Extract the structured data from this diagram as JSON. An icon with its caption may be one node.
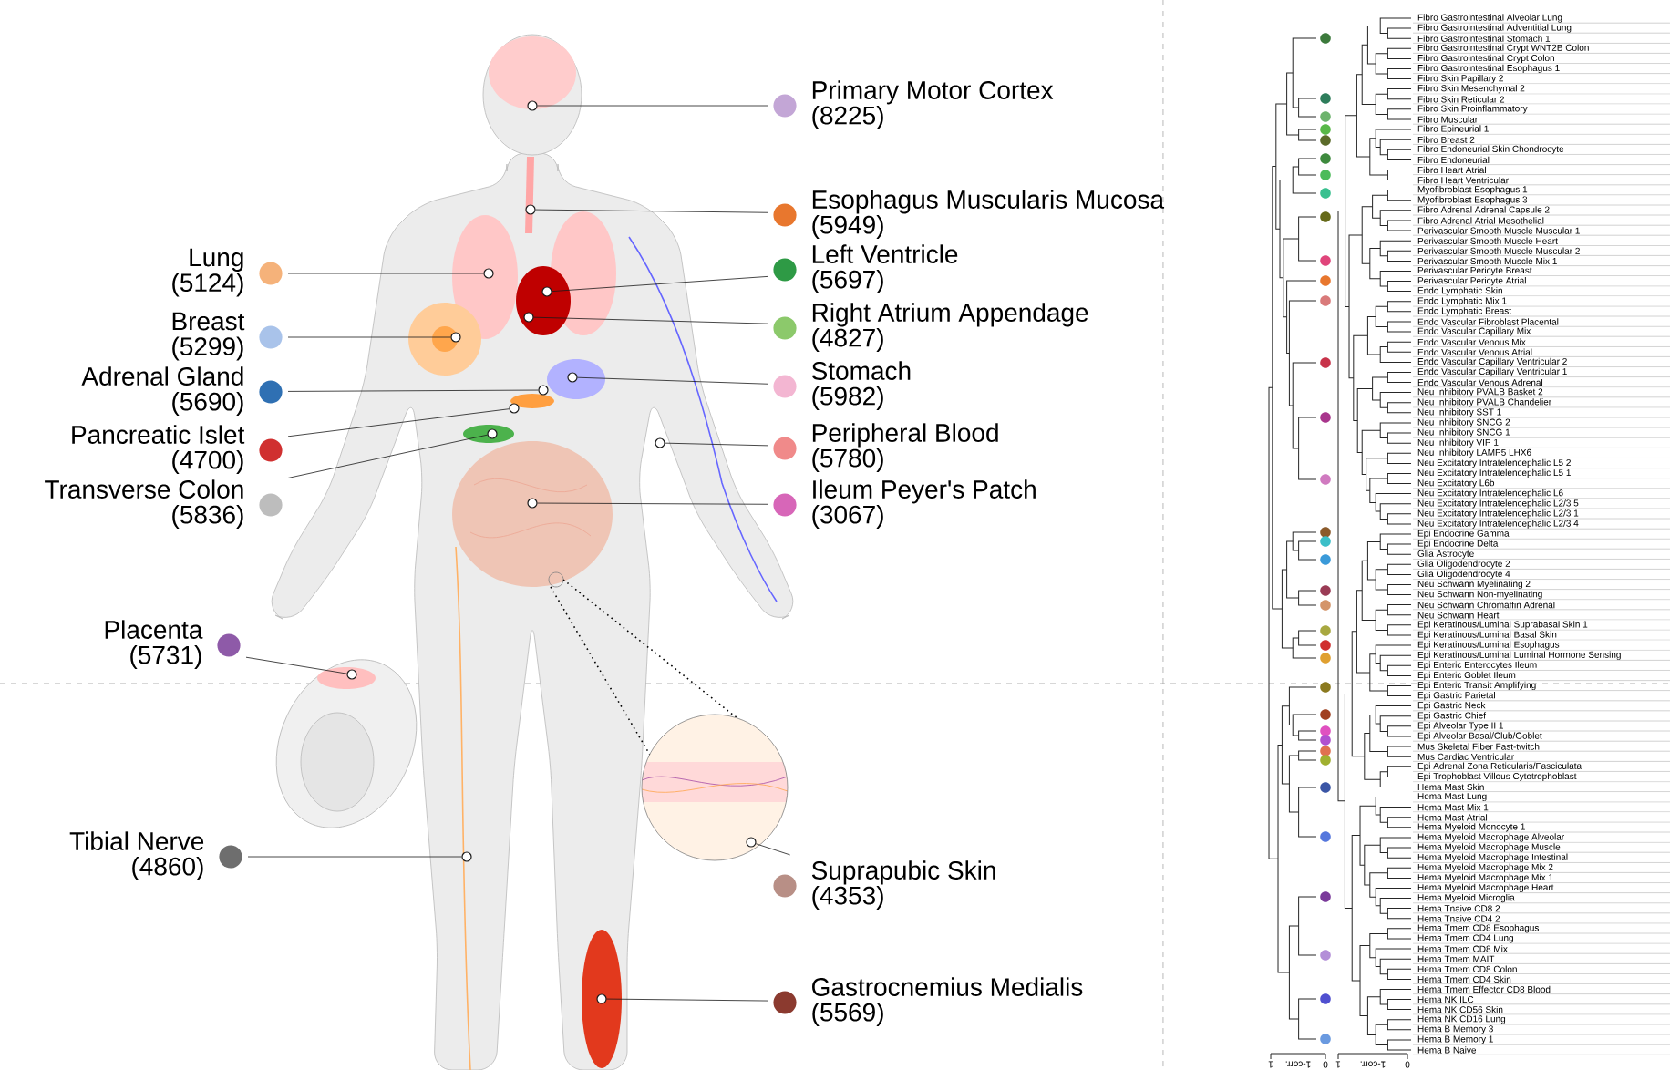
{
  "diagram": {
    "nodes": [
      {
        "text": [
          "Primary Motor Cortex",
          "(8225)"
        ]
      },
      {
        "text": [
          "Esophagus Muscularis Mucosa",
          "(5949)"
        ]
      },
      {
        "text": [
          "Lung",
          "(5124)"
        ]
      },
      {
        "text": [
          "Left Ventricle",
          "(5697)"
        ]
      },
      {
        "text": [
          "Breast",
          "(5299)"
        ]
      },
      {
        "text": [
          "Right Atrium Appendage",
          "(4827)"
        ]
      },
      {
        "text": [
          "Adrenal Gland",
          "(5690)"
        ]
      },
      {
        "text": [
          "Stomach",
          "(5982)"
        ]
      },
      {
        "text": [
          "Pancreatic Islet",
          "(4700)"
        ]
      },
      {
        "text": [
          "Peripheral Blood",
          "(5780)"
        ]
      },
      {
        "text": [
          "Transverse Colon",
          "(5836)"
        ]
      },
      {
        "text": [
          "Ileum Peyer's Patch",
          "(3067)"
        ]
      },
      {
        "text": [
          "Placenta",
          "(5731)"
        ]
      },
      {
        "text": [
          "Suprapubic Skin",
          "(4353)"
        ]
      },
      {
        "text": [
          "Tibial Nerve",
          "(4860)"
        ]
      },
      {
        "text": [
          "Gastrocnemius Medialis",
          "(5569)"
        ]
      },
      {
        "text": [],
        "shape": "circle"
      },
      {
        "text": [],
        "shape": "circle"
      },
      {
        "text": [],
        "shape": "circle"
      },
      {
        "text": [],
        "shape": "circle"
      },
      {
        "text": [],
        "shape": "circle"
      },
      {
        "text": [],
        "shape": "circle"
      },
      {
        "text": [],
        "shape": "circle"
      },
      {
        "text": [],
        "shape": "circle"
      },
      {
        "text": [],
        "shape": "circle"
      },
      {
        "text": [],
        "shape": "circle"
      },
      {
        "text": [],
        "shape": "circle"
      },
      {
        "text": [],
        "shape": "circle"
      },
      {
        "text": [],
        "shape": "circle"
      },
      {
        "text": [],
        "shape": "circle"
      },
      {
        "text": [],
        "shape": "circle"
      },
      {
        "text": [],
        "shape": "circle"
      }
    ],
    "edges": [
      {
        "from": 0,
        "to": 16,
        "arrow": "none"
      },
      {
        "from": 1,
        "to": 17,
        "arrow": "none"
      },
      {
        "from": 2,
        "to": 18,
        "arrow": "none"
      },
      {
        "from": 3,
        "to": 19,
        "arrow": "none"
      },
      {
        "from": 4,
        "to": 20,
        "arrow": "none"
      },
      {
        "from": 5,
        "to": 21,
        "arrow": "none"
      },
      {
        "from": 6,
        "to": 22,
        "arrow": "none"
      },
      {
        "from": 7,
        "to": 23,
        "arrow": "none"
      },
      {
        "from": 8,
        "to": 24,
        "arrow": "none"
      },
      {
        "from": 9,
        "to": 25,
        "arrow": "none"
      },
      {
        "from": 10,
        "to": 26,
        "arrow": "none"
      },
      {
        "from": 11,
        "to": 27,
        "arrow": "none"
      },
      {
        "from": 12,
        "to": 28,
        "arrow": "none"
      },
      {
        "from": 13,
        "to": 29,
        "arrow": "none"
      },
      {
        "from": 14,
        "to": 30,
        "arrow": "none"
      },
      {
        "from": 15,
        "to": 31,
        "arrow": "none"
      }
    ],
    "labels": [
      "Fibro Gastrointestinal Alveolar Lung",
      "Fibro Gastrointestinal Adventitial Lung",
      "Fibro Gastrointestinal Stomach 1",
      "Fibro Gastrointestinal Crypt WNT2B Colon",
      "Fibro Gastrointestinal Crypt Colon",
      "Fibro Gastrointestinal Esophagus 1",
      "Fibro Skin Papillary 2",
      "Fibro Skin Mesenchymal 2",
      "Fibro Skin Reticular 2",
      "Fibro Skin Proinflammatory",
      "Fibro Muscular",
      "Fibro Epineurial 1",
      "Fibro Breast 2",
      "Fibro Endoneurial Skin Chondrocyte",
      "Fibro Endoneurial",
      "Fibro Heart Atrial",
      "Fibro Heart Ventricular",
      "Myofibroblast Esophagus 1",
      "Myofibroblast Esophagus 3",
      "Fibro Adrenal Adrenal Capsule 2",
      "Fibro Adrenal Atrial Mesothelial",
      "Perivascular Smooth Muscle Muscular 1",
      "Perivascular Smooth Muscle Heart",
      "Perivascular Smooth Muscle Muscular 2",
      "Perivascular Smooth Muscle Mix 1",
      "Perivascular Pericyte Breast",
      "Perivascular Pericyte Atrial",
      "Endo Lymphatic Skin",
      "Endo Lymphatic Mix 1",
      "Endo Lymphatic Breast",
      "Endo Vascular Fibroblast Placental",
      "Endo Vascular Capillary Mix",
      "Endo Vascular Venous Mix",
      "Endo Vascular Venous Atrial",
      "Endo Vascular Capillary Ventricular 2",
      "Endo Vascular Capillary Ventricular 1",
      "Endo Vascular Venous Adrenal",
      "Neu Inhibitory PVALB Basket 2",
      "Neu Inhibitory PVALB Chandelier",
      "Neu Inhibitory SST 1",
      "Neu Inhibitory SNCG 2",
      "Neu Inhibitory SNCG 1",
      "Neu Inhibitory VIP 1",
      "Neu Inhibitory LAMP5 LHX6",
      "Neu Excitatory Intratelencephalic L5 2",
      "Neu Excitatory Intratelencephalic L5 1",
      "Neu Excitatory L6b",
      "Neu Excitatory Intratelencephalic L6",
      "Neu Excitatory Intratelencephalic L2/3 5",
      "Neu Excitatory Intratelencephalic L2/3 1",
      "Neu Excitatory Intratelencephalic L2/3 4",
      "Epi Endocrine Gamma",
      "Epi Endocrine Delta",
      "Glia Astrocyte",
      "Glia Oligodendrocyte 2",
      "Glia Oligodendrocyte 4",
      "Neu Schwann Myelinating 2",
      "Neu Schwann Non-myelinating",
      "Neu Schwann Chromaffin Adrenal",
      "Neu Schwann Heart",
      "Epi Keratinous/Luminal Suprabasal Skin 1",
      "Epi Keratinous/Luminal Basal Skin",
      "Epi Keratinous/Luminal Esophagus",
      "Epi Keratinous/Luminal Luminal Hormone Sensing",
      "Epi Enteric Enterocytes Ileum",
      "Epi Enteric Goblet Ileum",
      "Epi Enteric Transit Amplifying",
      "Epi Gastric Parietal",
      "Epi Gastric Neck",
      "Epi Gastric Chief",
      "Epi Alveolar Type II 1",
      "Epi Alveolar Basal/Club/Goblet",
      "Mus Skeletal Fiber Fast-twitch",
      "Mus Cardiac Ventricular",
      "Epi Adrenal Zona Reticularis/Fasciculata",
      "Epi Trophoblast Villous Cytotrophoblast",
      "Hema Mast Skin",
      "Hema Mast Lung",
      "Hema Mast Mix 1",
      "Hema Mast Atrial",
      "Hema Myeloid Monocyte 1",
      "Hema Myeloid Macrophage Alveolar",
      "Hema Myeloid Macrophage Muscle",
      "Hema Myeloid Macrophage Intestinal",
      "Hema Myeloid Macrophage Mix 2",
      "Hema Myeloid Macrophage Mix 1",
      "Hema Myeloid Macrophage Heart",
      "Hema Myeloid Microglia",
      "Hema Tnaive CD8 2",
      "Hema Tnaive CD4 2",
      "Hema Tmem CD8 Esophagus",
      "Hema Tmem CD4 Lung",
      "Hema Tmem CD8 Mix",
      "Hema Tmem MAIT",
      "Hema Tmem CD8 Colon",
      "Hema Tmem CD4 Skin",
      "Hema Tmem Effector CD8 Blood",
      "Hema NK ILC",
      "Hema NK CD56 Skin",
      "Hema NK CD16 Lung",
      "Hema B Memory 3",
      "Hema B Memory 1",
      "Hema B Naive",
      "1",
      "1-corr.",
      "0",
      "1",
      "1-corr.",
      "0"
    ]
  }
}
